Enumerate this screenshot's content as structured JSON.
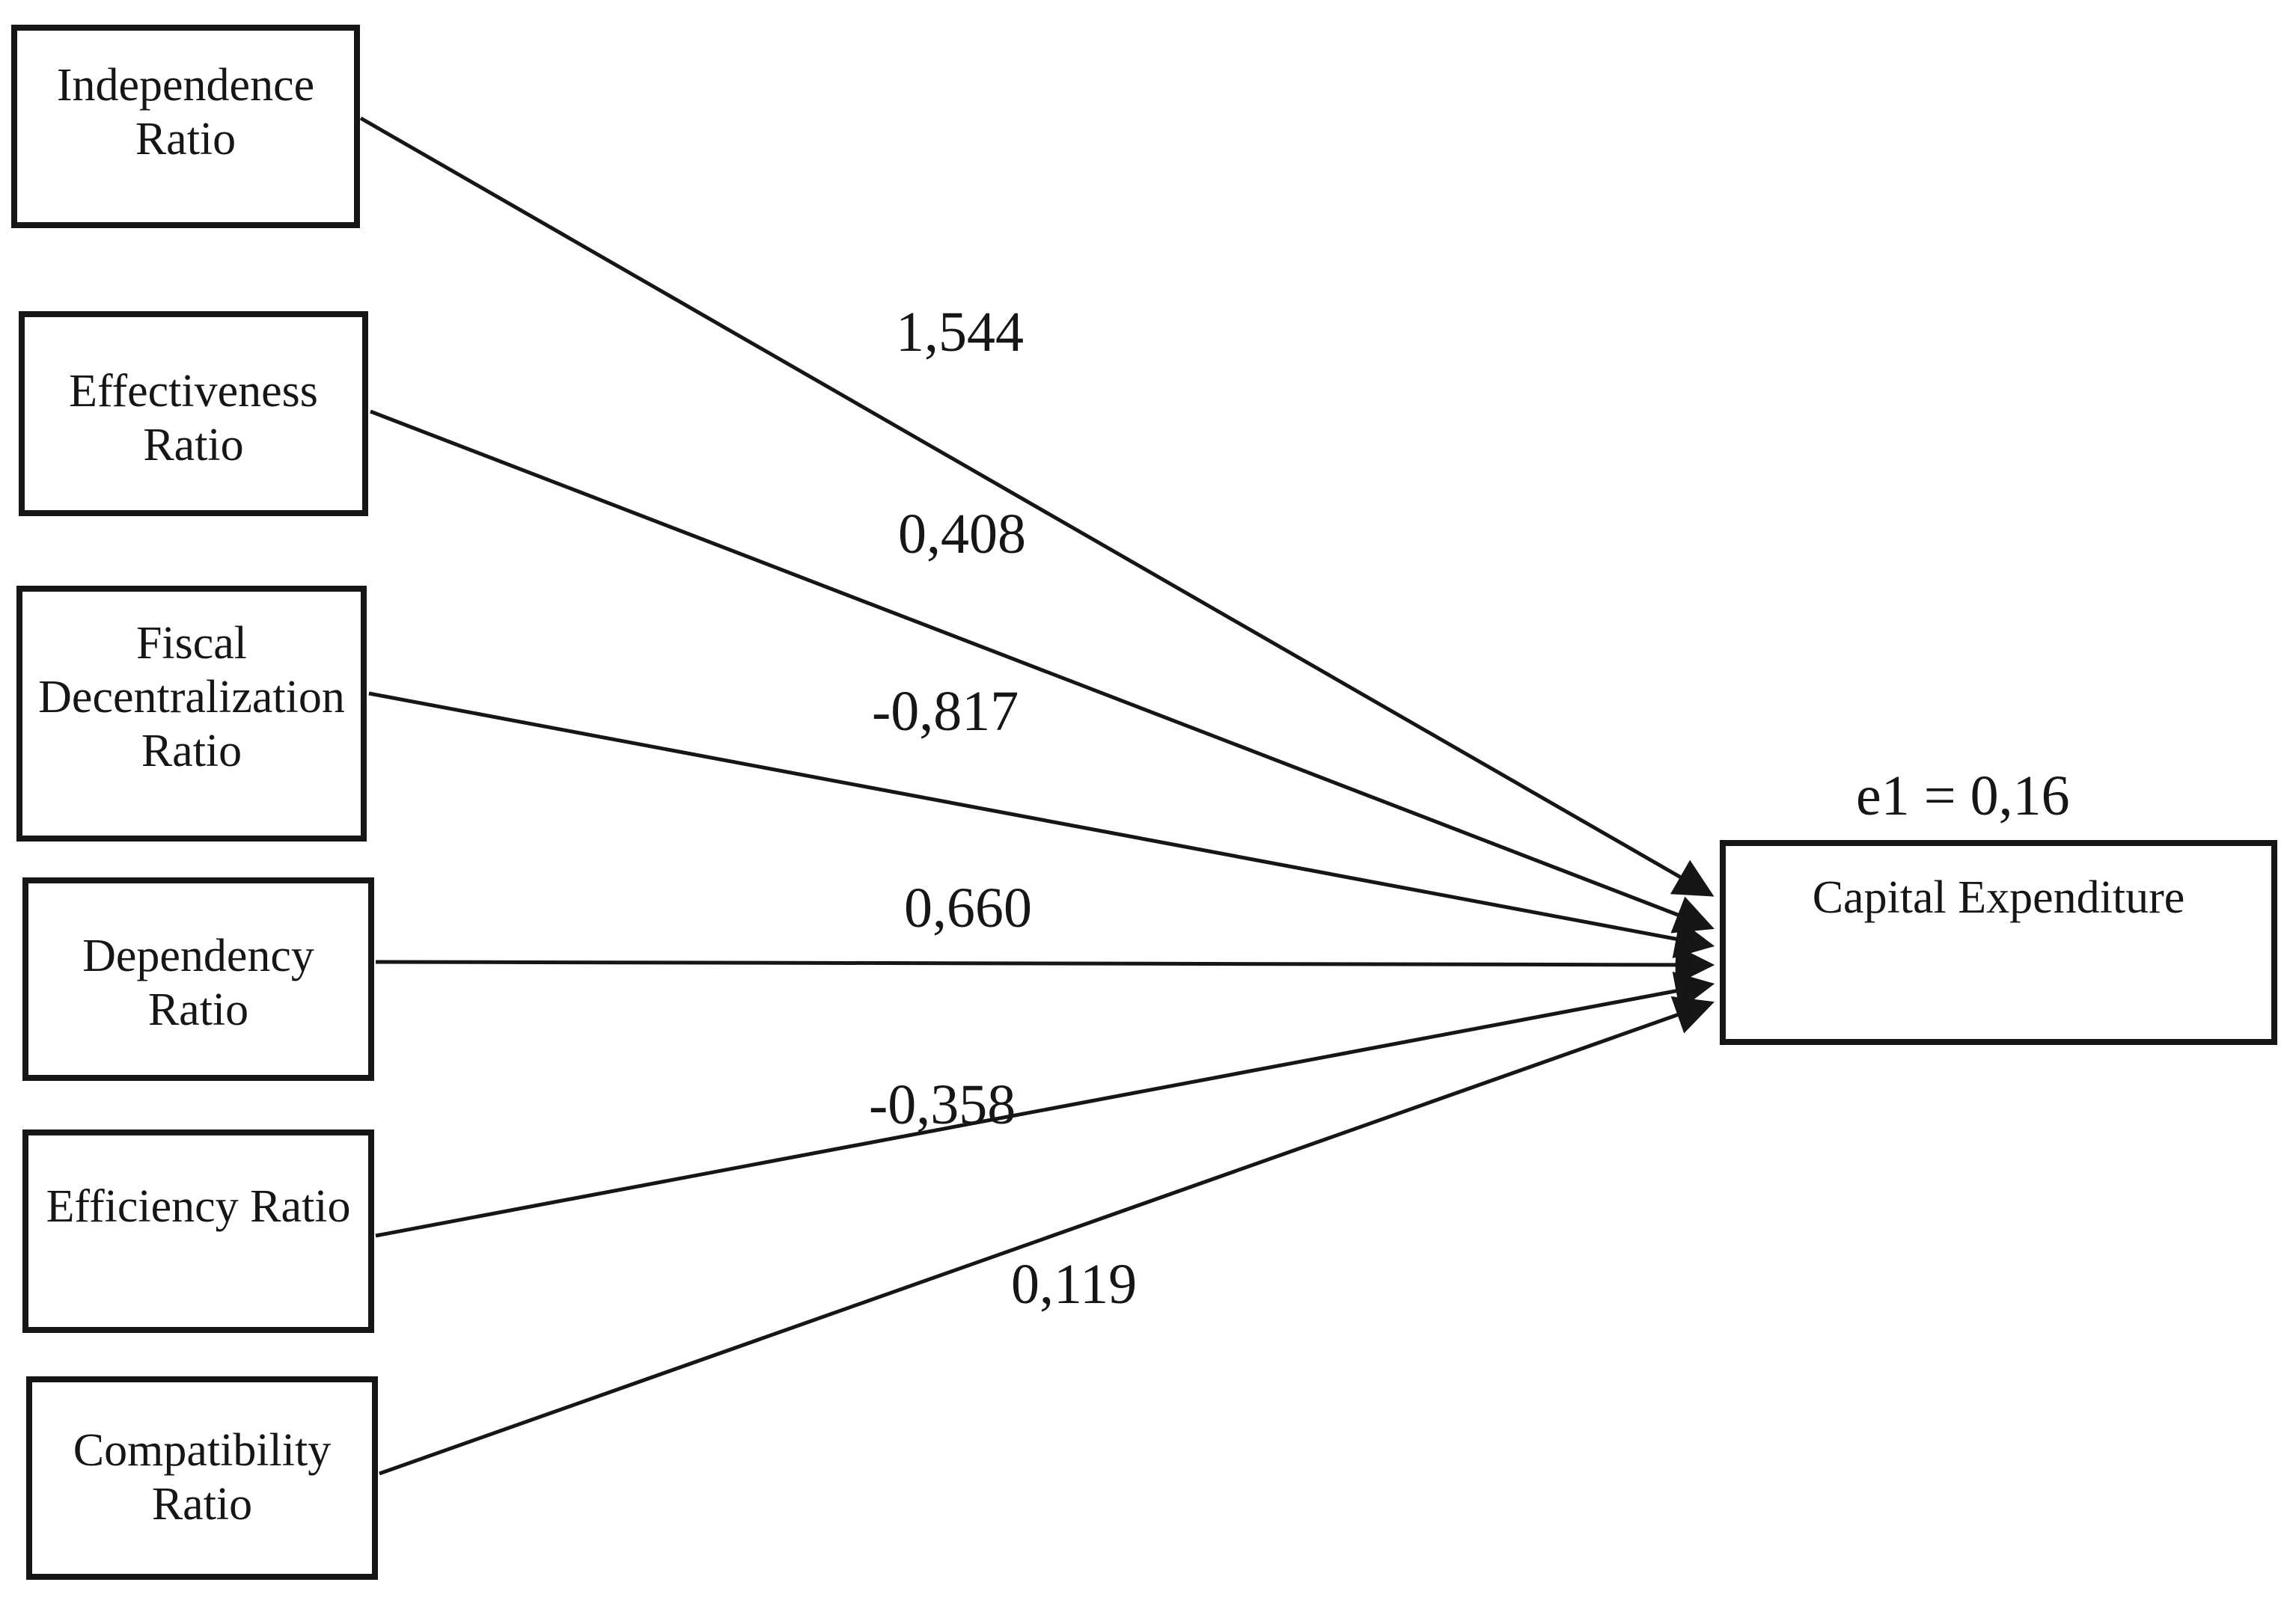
{
  "diagram": {
    "title": "Path diagram: financial ratios to capital expenditure",
    "predictors": [
      {
        "id": "independence-ratio",
        "label": "Independence Ratio",
        "coefficient": "1,544"
      },
      {
        "id": "effectiveness-ratio",
        "label": "Effectiveness Ratio",
        "coefficient": "0,408"
      },
      {
        "id": "fiscal-decentralization-ratio",
        "label": "Fiscal Decentralization Ratio",
        "coefficient": "-0,817"
      },
      {
        "id": "dependency-ratio",
        "label": "Dependency Ratio",
        "coefficient": "0,660"
      },
      {
        "id": "efficiency-ratio",
        "label": "Efficiency Ratio",
        "coefficient": "-0,358"
      },
      {
        "id": "compatibility-ratio",
        "label": "Compatibility Ratio",
        "coefficient": "0,119"
      }
    ],
    "target": {
      "label": "Capital Expenditure",
      "error_label": "e1 = 0,16"
    },
    "colors": {
      "ink": "#161616",
      "background": "#ffffff"
    }
  }
}
